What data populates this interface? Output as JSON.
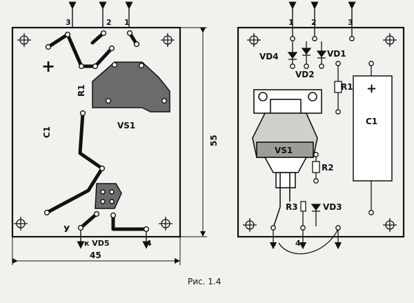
{
  "left_board": {
    "pins_top": [
      "3",
      "2",
      "1"
    ],
    "plus": "+",
    "r1": "R1",
    "vs1": "VS1",
    "c1": "C1",
    "y_label": "У",
    "vd5": "к VD5",
    "pin4": "4"
  },
  "dimensions": {
    "height": "55",
    "width": "45"
  },
  "right_board": {
    "pins_top": [
      "1",
      "2",
      "3"
    ],
    "vd4": "VD4",
    "vd1": "VD1",
    "vd2": "VD2",
    "r1": "R1",
    "c1": "C1",
    "plus": "+",
    "vs1": "VS1",
    "r2": "R2",
    "r3": "R3",
    "vd3": "VD3",
    "pin4": "4"
  },
  "caption": "Рис. 1.4"
}
